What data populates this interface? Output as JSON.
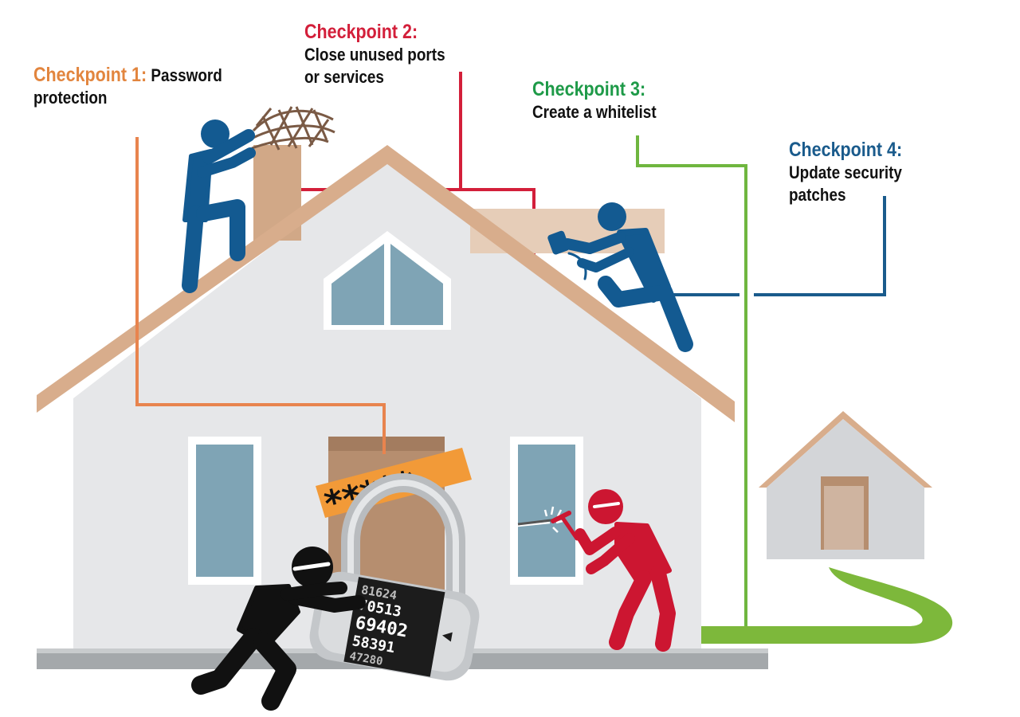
{
  "checkpoints": [
    {
      "title": "Checkpoint 1:",
      "text": "Password",
      "text2": "protection",
      "color": "#e2853e"
    },
    {
      "title": "Checkpoint 2:",
      "text": "Close unused ports",
      "text2": "or services",
      "color": "#d31f3a"
    },
    {
      "title": "Checkpoint 3:",
      "text": "Create a whitelist",
      "color": "#1e9a48"
    },
    {
      "title": "Checkpoint 4:",
      "text": "Update security",
      "text2": "patches",
      "color": "#1a5b8c"
    }
  ],
  "password_mask": "*****",
  "lock_dial": {
    "rows": [
      "81624",
      "70513",
      "69402",
      "58391",
      "47280"
    ]
  },
  "colors": {
    "roof": "#d8ad8c",
    "wall": "#e6e7e9",
    "window": "#7fa4b5",
    "door": "#b68e6f",
    "worker": "#135a91",
    "intruder_black": "#111111",
    "intruder_red": "#cc1631",
    "path": "#7db83b",
    "line_orange": "#e8844e",
    "line_red": "#d31f3a",
    "line_green": "#6fb63f",
    "line_blue": "#1a5b8c"
  },
  "icons": {
    "worker_chimney": "person-installing-net-icon",
    "worker_roof": "person-nailing-roof-icon",
    "burglar_lock": "burglar-cracking-lock-icon",
    "burglar_window": "burglar-breaking-window-icon",
    "padlock": "combination-padlock-icon",
    "small_house": "small-house-icon"
  }
}
